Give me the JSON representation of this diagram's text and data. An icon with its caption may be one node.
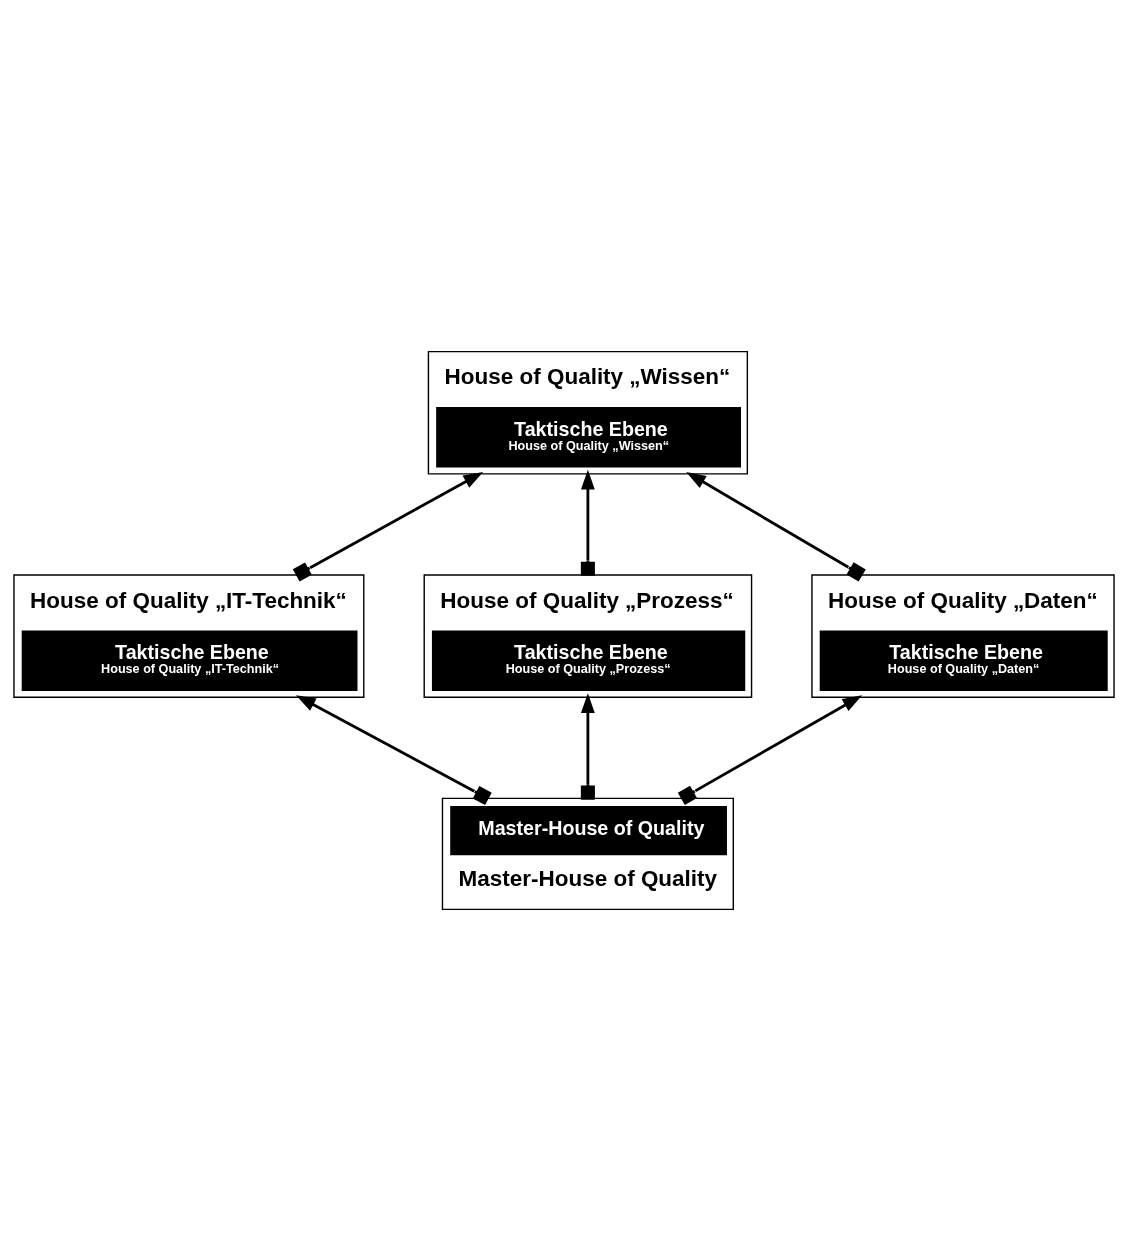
{
  "diagram": {
    "nodes": [
      {
        "text": [
          "Master-House of Quality",
          "Master-House of Quality"
        ]
      },
      {
        "text": [
          "House of Quality „IT-Technik“",
          "Taktische Ebene",
          "House of Quality „IT-Technik“"
        ]
      },
      {
        "text": [
          "House of Quality „Prozess“",
          "Taktische Ebene",
          "House of Quality „Prozess“"
        ]
      },
      {
        "text": [
          "House of Quality „Daten“",
          "Taktische Ebene",
          "House of Quality „Daten“"
        ]
      },
      {
        "text": [
          "House of Quality „Wissen“",
          "Taktische Ebene",
          "House of Quality „Wissen“"
        ]
      }
    ],
    "edges": [
      {
        "from": 0,
        "to": 1,
        "arrow": "to"
      },
      {
        "from": 0,
        "to": 2,
        "arrow": "to"
      },
      {
        "from": 0,
        "to": 3,
        "arrow": "to"
      },
      {
        "from": 1,
        "to": 4,
        "arrow": "to"
      },
      {
        "from": 2,
        "to": 4,
        "arrow": "to"
      },
      {
        "from": 3,
        "to": 4,
        "arrow": "to"
      }
    ]
  }
}
